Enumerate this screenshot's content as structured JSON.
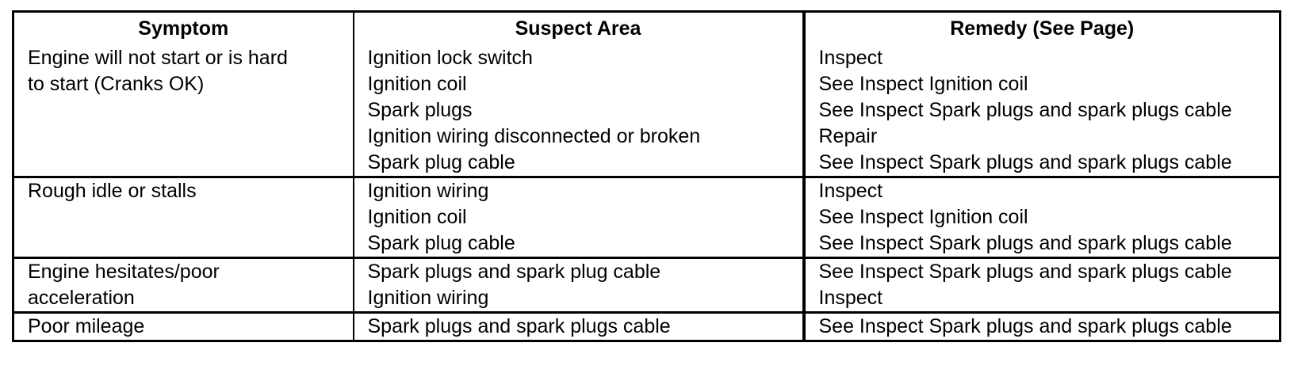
{
  "document": {
    "type": "troubleshooting-table",
    "ink_color": "#000000",
    "background_color": "#ffffff"
  },
  "table": {
    "headers": {
      "symptom": "Symptom",
      "suspect_area": "Suspect Area",
      "remedy": "Remedy (See Page)"
    },
    "rows": [
      {
        "symptom": [
          "Engine will not start or is hard",
          "to start (Cranks OK)"
        ],
        "suspect_area": [
          "Ignition lock switch",
          "Ignition coil",
          "Spark plugs",
          "Ignition wiring disconnected or broken",
          "Spark plug cable"
        ],
        "remedy": [
          "Inspect",
          "See Inspect  Ignition coil",
          "See Inspect  Spark plugs and spark plugs cable",
          "Repair",
          "See Inspect  Spark plugs and spark plugs cable"
        ]
      },
      {
        "symptom": [
          "Rough idle or stalls"
        ],
        "suspect_area": [
          "Ignition wiring",
          "Ignition coil",
          "Spark plug cable"
        ],
        "remedy": [
          "Inspect",
          "See Inspect  Ignition coil",
          "See Inspect  Spark plugs and spark plugs cable"
        ]
      },
      {
        "symptom": [
          "Engine hesitates/poor",
          "acceleration"
        ],
        "suspect_area": [
          "Spark plugs and spark plug cable",
          "Ignition wiring"
        ],
        "remedy": [
          "See Inspect  Spark plugs and spark plugs cable",
          "Inspect"
        ]
      },
      {
        "symptom": [
          "Poor mileage"
        ],
        "suspect_area": [
          "Spark plugs and spark plugs cable"
        ],
        "remedy": [
          "See Inspect  Spark plugs and spark plugs cable"
        ]
      }
    ]
  }
}
